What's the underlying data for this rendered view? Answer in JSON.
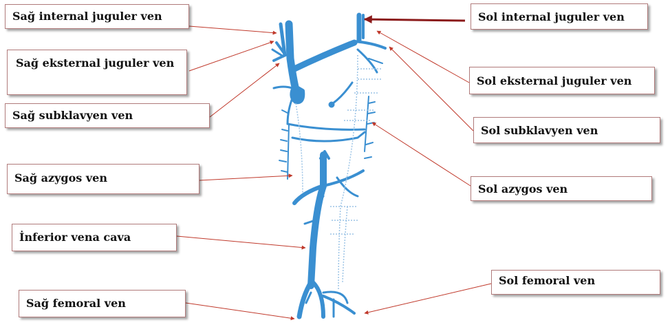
{
  "labels": {
    "sag_internal": "Sağ internal juguler ven",
    "sag_eksternal": "Sağ eksternal juguler ven",
    "sag_subklavyen": "Sağ subklavyen ven",
    "sag_azygos": "Sağ azygos ven",
    "inferior_vena_cava": "İnferior vena cava",
    "sag_femoral": "Sağ femoral ven",
    "sol_internal": "Sol internal juguler ven",
    "sol_eksternal": "Sol eksternal juguler ven",
    "sol_subklavyen": "Sol subklavyen ven",
    "sol_azygos": "Sol azygos ven",
    "sol_femoral": "Sol femoral ven"
  },
  "colors": {
    "vein": "#3a8fd1",
    "leader": "#c0392b",
    "arrow_dark": "#8b1a1a",
    "box_border": "#b07a7a"
  }
}
